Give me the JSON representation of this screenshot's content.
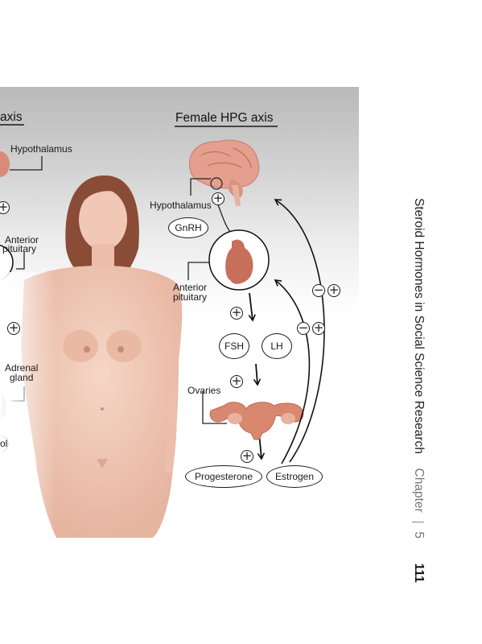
{
  "titles": {
    "left": "axis",
    "right": "Female HPG axis"
  },
  "left_labels": {
    "hypothalamus": "Hypothalamus",
    "anterior_pituitary_1": "Anterior",
    "anterior_pituitary_2": "pituitary",
    "adrenal_1": "Adrenal",
    "adrenal_2": "gland",
    "bottom_partial": "ol"
  },
  "right_labels": {
    "hypothalamus": "Hypothalamus",
    "gnrh": "GnRH",
    "anterior_pituitary_1": "Anterior",
    "anterior_pituitary_2": "pituitary",
    "fsh": "FSH",
    "lh": "LH",
    "ovaries": "Ovaries",
    "progesterone": "Progesterone",
    "estrogen": "Estrogen"
  },
  "signs": {
    "plus": "+",
    "minus": "−"
  },
  "side_header": {
    "title": "Steroid Hormones in Social Science Research",
    "chapter_label": "Chapter",
    "chapter_number": "5",
    "page_number": "111"
  }
}
